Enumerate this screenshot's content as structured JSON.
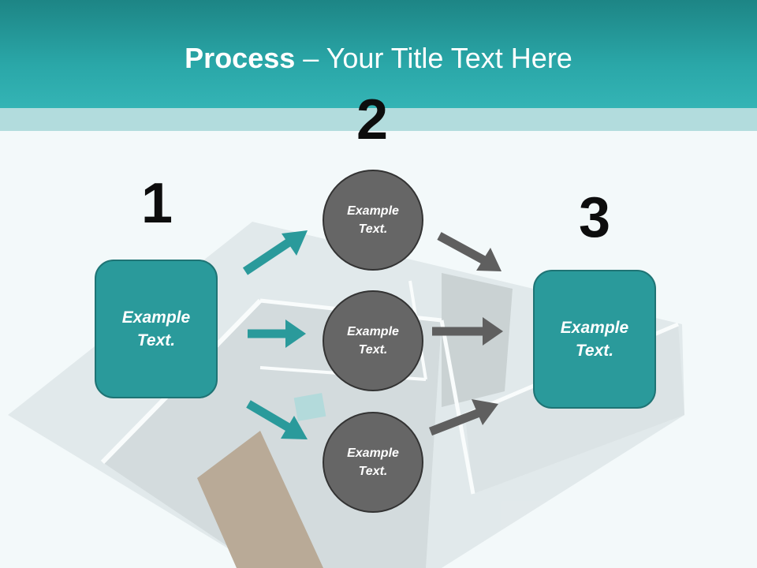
{
  "slide": {
    "title_bold": "Process",
    "title_rest": " – Your Title Text Here"
  },
  "steps": {
    "step1": {
      "number": "1",
      "text": "Example Text."
    },
    "step2": {
      "number": "2"
    },
    "step3": {
      "number": "3",
      "text": "Example Text."
    }
  },
  "circles": [
    {
      "text": "Example Text."
    },
    {
      "text": "Example Text."
    },
    {
      "text": "Example Text."
    }
  ],
  "colors": {
    "header": "#2aa7a8",
    "header_band": "#b2dcdd",
    "box_fill": "#2a9a9b",
    "circle_fill": "#666666",
    "teal_arrow": "#2a9a9b",
    "gray_arrow": "#5f5f5f"
  }
}
